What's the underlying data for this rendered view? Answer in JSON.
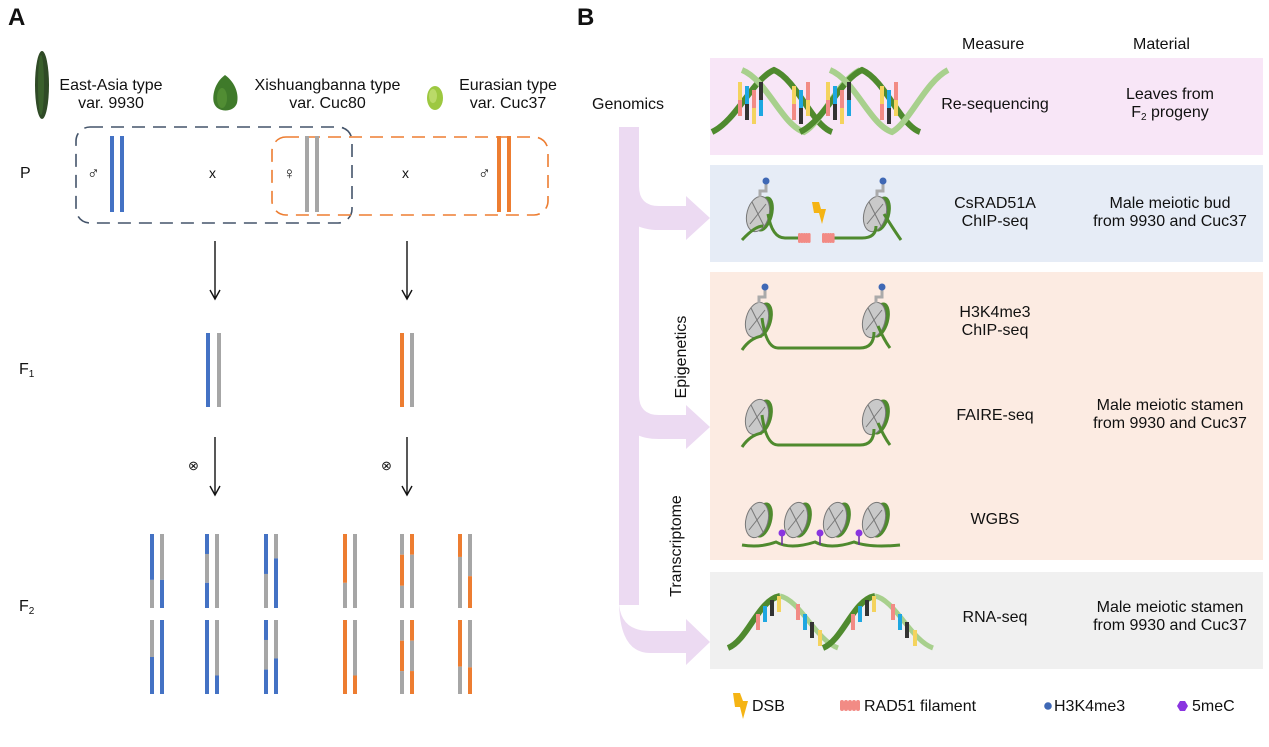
{
  "panels": {
    "a": {
      "label": "A",
      "varieties": [
        {
          "type": "East-Asia type",
          "var": "var. 9930",
          "icon": "elongated-cucumber-icon"
        },
        {
          "type": "Xishuangbanna type",
          "var": "var. Cuc80",
          "icon": "oval-cucumber-icon"
        },
        {
          "type": "Eurasian type",
          "var": "var. Cuc37",
          "icon": "round-cucumber-icon"
        }
      ],
      "generations": {
        "p": "P",
        "f1_base": "F",
        "f1_sub": "1",
        "f2_base": "F",
        "f2_sub": "2"
      },
      "cross_symbol": "x",
      "selfing_symbol": "⊗",
      "sex_symbols": {
        "male": "♂",
        "female": "♀"
      },
      "colors": {
        "east_asia": "#4472c4",
        "xishuangbanna": "#a6a6a6",
        "eurasian": "#ed7d31",
        "cross1_border": "#44546a",
        "cross2_border": "#ed7d31"
      },
      "f2_chromosomes": {
        "note": "each pair = [left, right]; segments listed top-to-bottom as [parent, fraction]",
        "cross1": [
          [
            [
              [
                "d",
                0.62
              ],
              [
                "g",
                0.38
              ]
            ],
            [
              [
                "g",
                0.62
              ],
              [
                "d",
                0.38
              ]
            ]
          ],
          [
            [
              [
                "d",
                0.27
              ],
              [
                "g",
                0.39
              ],
              [
                "d",
                0.34
              ]
            ],
            [
              [
                "g",
                1.0
              ]
            ]
          ],
          [
            [
              [
                "d",
                0.54
              ],
              [
                "g",
                0.46
              ]
            ],
            [
              [
                "g",
                0.33
              ],
              [
                "d",
                0.67
              ]
            ]
          ],
          [
            [
              [
                "g",
                0.5
              ],
              [
                "d",
                0.5
              ]
            ],
            [
              [
                "d",
                1.0
              ]
            ]
          ],
          [
            [
              [
                "d",
                1.0
              ]
            ],
            [
              [
                "g",
                0.75
              ],
              [
                "d",
                0.25
              ]
            ]
          ],
          [
            [
              [
                "d",
                0.27
              ],
              [
                "g",
                0.4
              ],
              [
                "d",
                0.33
              ]
            ],
            [
              [
                "g",
                0.52
              ],
              [
                "d",
                0.48
              ]
            ]
          ]
        ],
        "cross2": [
          [
            [
              [
                "d",
                0.66
              ],
              [
                "g",
                0.34
              ]
            ],
            [
              [
                "g",
                1.0
              ]
            ]
          ],
          [
            [
              [
                "g",
                0.28
              ],
              [
                "d",
                0.42
              ],
              [
                "g",
                0.3
              ]
            ],
            [
              [
                "d",
                0.28
              ],
              [
                "g",
                0.72
              ]
            ]
          ],
          [
            [
              [
                "d",
                0.31
              ],
              [
                "g",
                0.69
              ]
            ],
            [
              [
                "g",
                0.57
              ],
              [
                "d",
                0.43
              ]
            ]
          ],
          [
            [
              [
                "d",
                1.0
              ]
            ],
            [
              [
                "g",
                0.75
              ],
              [
                "d",
                0.25
              ]
            ]
          ],
          [
            [
              [
                "g",
                0.28
              ],
              [
                "d",
                0.41
              ],
              [
                "g",
                0.31
              ]
            ],
            [
              [
                "d",
                0.28
              ],
              [
                "g",
                0.41
              ],
              [
                "d",
                0.31
              ]
            ]
          ],
          [
            [
              [
                "d",
                0.63
              ],
              [
                "g",
                0.37
              ]
            ],
            [
              [
                "g",
                0.64
              ],
              [
                "d",
                0.36
              ]
            ]
          ]
        ]
      }
    },
    "b": {
      "label": "B",
      "headers": {
        "measure": "Measure",
        "material": "Material"
      },
      "categories": {
        "genomics": "Genomics",
        "epigenetics": "Epigenetics",
        "transcriptome": "Transcriptome"
      },
      "rows": [
        {
          "band": "genomics",
          "icon": "dna-double-helix-icon",
          "measure_line1": "Re-sequencing",
          "measure_line2": "",
          "material_line1": "Leaves from",
          "material_line2_base": "F",
          "material_line2_sub": "2",
          "material_line2_rest": " progeny"
        },
        {
          "band": "rad51",
          "icon": "nucleosome-dsb-rad51-icon",
          "measure_line1": "CsRAD51A",
          "measure_line2": "ChIP-seq",
          "material_line1": "Male meiotic bud",
          "material_line2": "from 9930 and Cuc37"
        },
        {
          "band": "epigenetics",
          "icon": "nucleosome-h3k4me3-icon",
          "measure_line1": "H3K4me3",
          "measure_line2": "ChIP-seq"
        },
        {
          "band": "epigenetics",
          "icon": "nucleosome-open-chromatin-icon",
          "measure_line1": "FAIRE-seq",
          "material_line1": "Male meiotic stamen",
          "material_line2": "from 9930 and Cuc37"
        },
        {
          "band": "epigenetics",
          "icon": "nucleosome-methylation-icon",
          "measure_line1": "WGBS"
        },
        {
          "band": "transcriptome",
          "icon": "rna-strand-icon",
          "measure_line1": "RNA-seq",
          "material_line1": "Male meiotic stamen",
          "material_line2": "from 9930 and Cuc37"
        }
      ],
      "band_colors": {
        "genomics": "#f8e6f7",
        "rad51": "#e6ecf6",
        "epigenetics": "#fcebe2",
        "transcriptome": "#f0f0f0",
        "arrow": "#ecdaf2"
      },
      "legend": [
        {
          "icon": "lightning-bolt-icon",
          "label": "DSB",
          "color": "#f5b414"
        },
        {
          "icon": "rad51-filament-icon",
          "label": "RAD51 filament",
          "color": "#f28b85"
        },
        {
          "icon": "blue-dot-icon",
          "label": "H3K4me3",
          "color": "#3f68b5"
        },
        {
          "icon": "purple-hexagon-icon",
          "label": "5meC",
          "color": "#8a35e0"
        }
      ]
    }
  }
}
